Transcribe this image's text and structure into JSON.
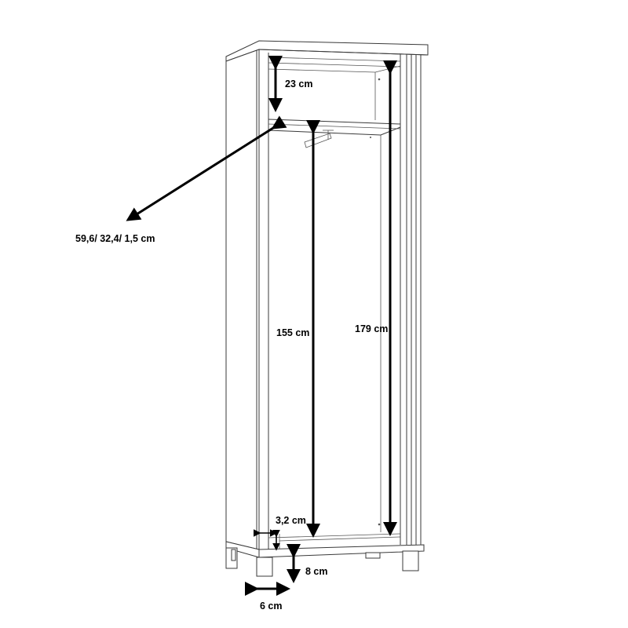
{
  "diagram": {
    "subject": "wardrobe-dimensions",
    "line_color": "#3a3a3a",
    "arrow_color": "#000000",
    "labels": {
      "top_compartment": "23 cm",
      "panel_dims": "59,6/ 32,4/ 1,5 cm",
      "hanging_height": "155 cm",
      "inner_height": "179 cm",
      "base_gap": "3,2 cm",
      "leg_height": "8 cm",
      "leg_width": "6 cm"
    }
  }
}
